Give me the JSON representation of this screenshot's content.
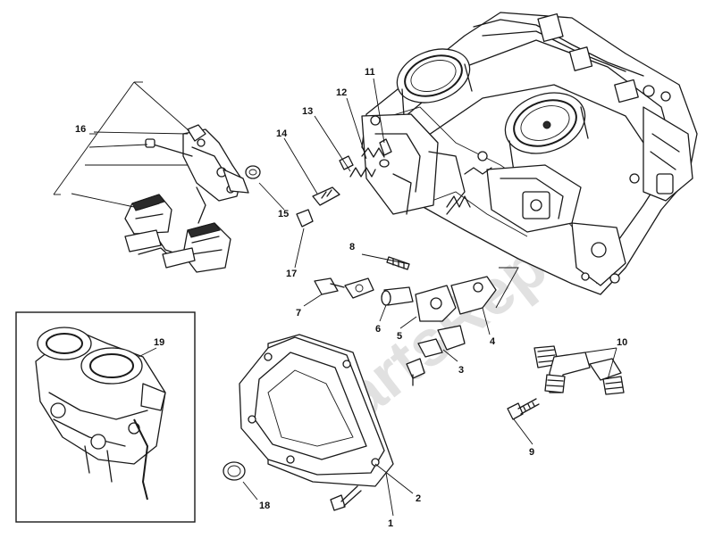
{
  "diagram": {
    "watermark": "PartsRepublik",
    "labels": {
      "l1": "1",
      "l2": "2",
      "l3": "3",
      "l4": "4",
      "l5": "5",
      "l6": "6",
      "l7": "7",
      "l8": "8",
      "l9": "9",
      "l10": "10",
      "l11": "11",
      "l12": "12",
      "l13": "13",
      "l14": "14",
      "l15": "15",
      "l16": "16",
      "l17": "17",
      "l18": "18",
      "l19": "19"
    }
  }
}
